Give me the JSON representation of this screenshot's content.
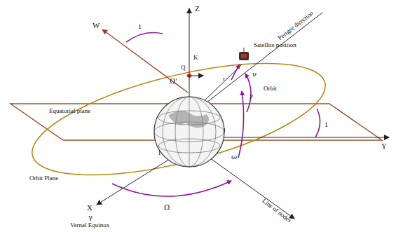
{
  "diagram": {
    "labels": [
      "Z",
      "W",
      "i",
      "Ω'",
      "K",
      "Q",
      "Satellite position",
      "Perigee direction",
      "Orbit",
      "ν",
      "r",
      "P",
      "Equatorial plane",
      "Y",
      "i",
      "J",
      "I",
      "Orbit Plane",
      "ω",
      "Ω",
      "X",
      "γ",
      "Vernal Equinox",
      "Line of nodes"
    ]
  }
}
